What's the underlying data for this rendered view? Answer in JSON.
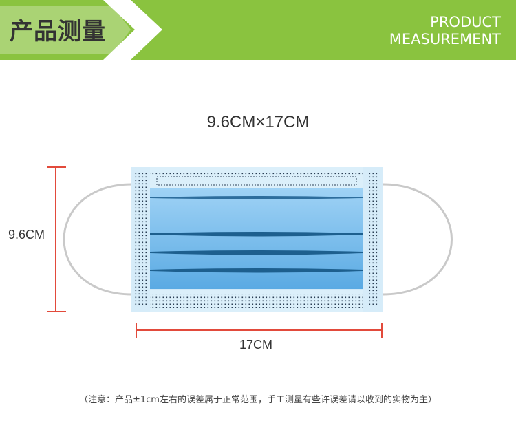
{
  "banner": {
    "title": "产品测量",
    "en_line1": "PRODUCT",
    "en_line2": "MEASUREMENT",
    "color": "#8ac33f"
  },
  "measurement": {
    "title": "9.6CM×17CM",
    "height_label": "9.6CM",
    "width_label": "17CM",
    "line_color": "#e24a3b"
  },
  "mask": {
    "fabric_color": "#6eb6e8",
    "edge_color": "#c7e3f4"
  },
  "note": "（注意：产品±1cm左右的误差属于正常范围，手工测量有些许误差请以收到的实物为主）"
}
